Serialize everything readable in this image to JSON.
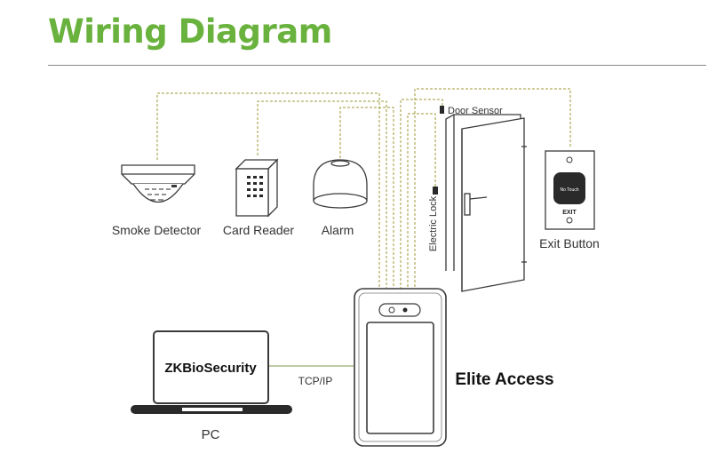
{
  "header": {
    "title": "Wiring Diagram",
    "title_color": "#6ab23e",
    "rule_color": "#8a8a8a"
  },
  "colors": {
    "wire": "#9c9a36",
    "network_wire": "#7a9a4a",
    "outline": "#3a3a3a",
    "dark": "#2a2a2a"
  },
  "labels": {
    "smoke_detector": "Smoke Detector",
    "card_reader": "Card Reader",
    "alarm": "Alarm",
    "door_sensor": "Door Sensor",
    "electric_lock": "Electric Lock",
    "exit_button": "Exit Button",
    "exit_button_face": "No Touch",
    "exit_text": "EXIT",
    "software": "ZKBioSecurity",
    "connection": "TCP/IP",
    "pc": "PC",
    "device": "Elite Access"
  },
  "icons": {
    "smoke_detector": "smoke-detector-icon",
    "card_reader": "keypad-card-reader-icon",
    "alarm": "siren-alarm-icon",
    "door": "door-icon",
    "exit_button": "exit-button-icon",
    "laptop": "laptop-icon",
    "terminal": "access-terminal-icon"
  }
}
